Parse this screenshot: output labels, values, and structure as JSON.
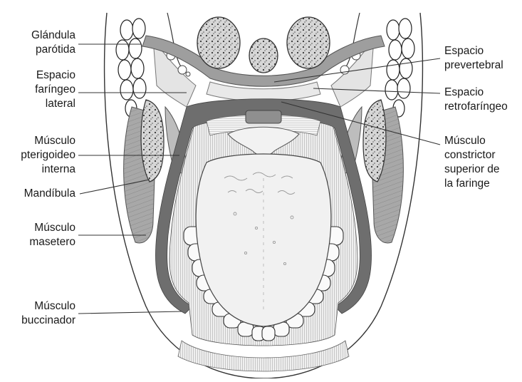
{
  "labels": {
    "glandula_parotida": [
      "Glándula",
      "parótida"
    ],
    "espacio_faringeo_lateral": [
      "Espacio",
      "faríngeo",
      "lateral"
    ],
    "musculo_pterigoideo_interna": [
      "Músculo",
      "pterigoideo",
      "interna"
    ],
    "mandibula": [
      "Mandíbula"
    ],
    "musculo_masetero": [
      "Músculo",
      "masetero"
    ],
    "musculo_buccinador": [
      "Músculo",
      "buccinador"
    ],
    "espacio_prevertebral": [
      "Espacio",
      "prevertebral"
    ],
    "espacio_retrofaringeo": [
      "Espacio",
      "retrofaríngeo"
    ],
    "musculo_constrictor": [
      "Músculo",
      "constrictor",
      "superior de",
      "la faringe"
    ]
  },
  "colors": {
    "ink": "#1a1a1a",
    "muscle_gray": "#a6a6a6",
    "muscle_dark": "#7d7d7d",
    "space_light": "#e4e4e4",
    "bone_speckle": "#cfcfcf",
    "constrictor": "#6e6e6e"
  }
}
